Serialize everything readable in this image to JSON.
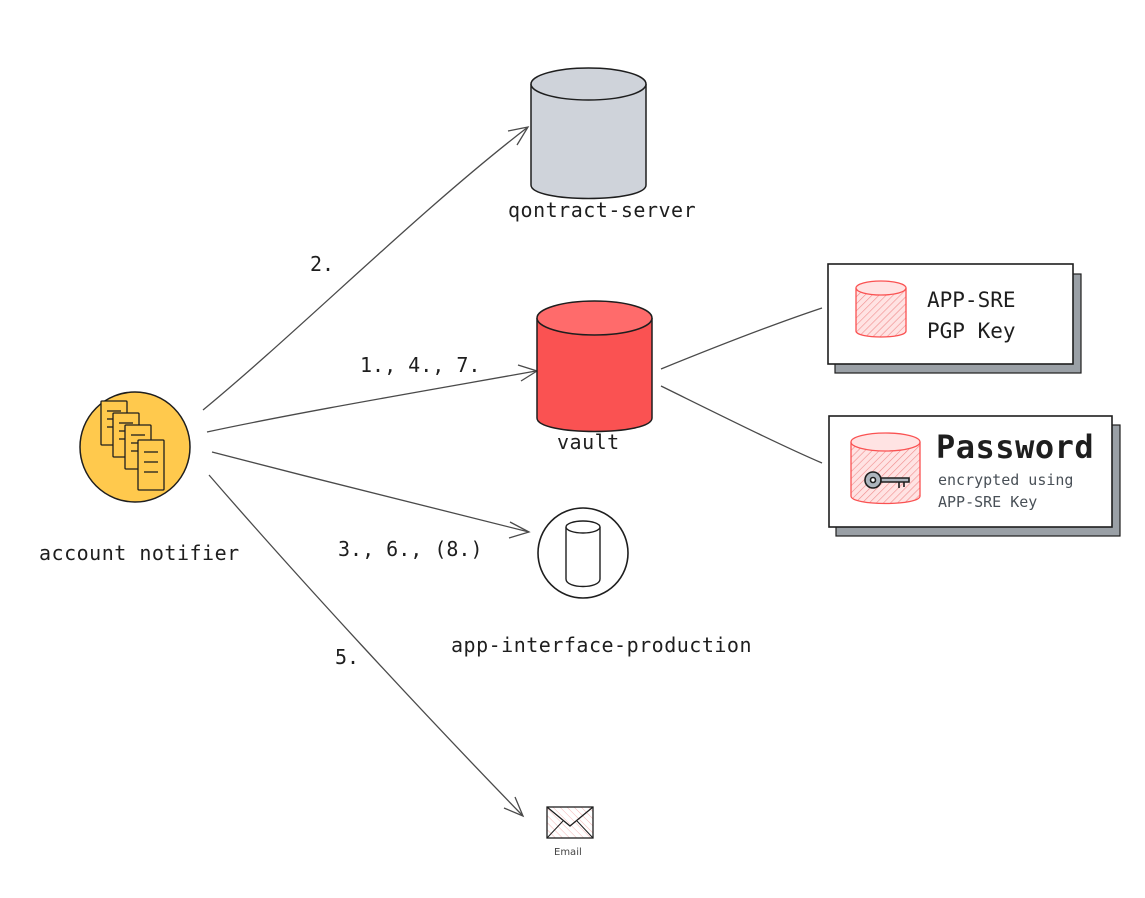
{
  "nodes": {
    "account_notifier": {
      "label": "account notifier",
      "color": "#ffc94d"
    },
    "qontract_server": {
      "label": "qontract-server",
      "color": "#cfd3da"
    },
    "vault": {
      "label": "vault",
      "color": "#fa5252"
    },
    "app_interface_production": {
      "label": "app-interface-production"
    },
    "email": {
      "label": "Email"
    }
  },
  "cards": {
    "pgp_key": {
      "line1": "APP-SRE",
      "line2": "PGP Key"
    },
    "password": {
      "title": "Password",
      "line1": "encrypted using",
      "line2": "APP-SRE Key"
    }
  },
  "edges": {
    "to_qontract": "2.",
    "to_vault": "1., 4., 7.",
    "to_app_interface": "3., 6., (8.)",
    "to_email": "5."
  }
}
